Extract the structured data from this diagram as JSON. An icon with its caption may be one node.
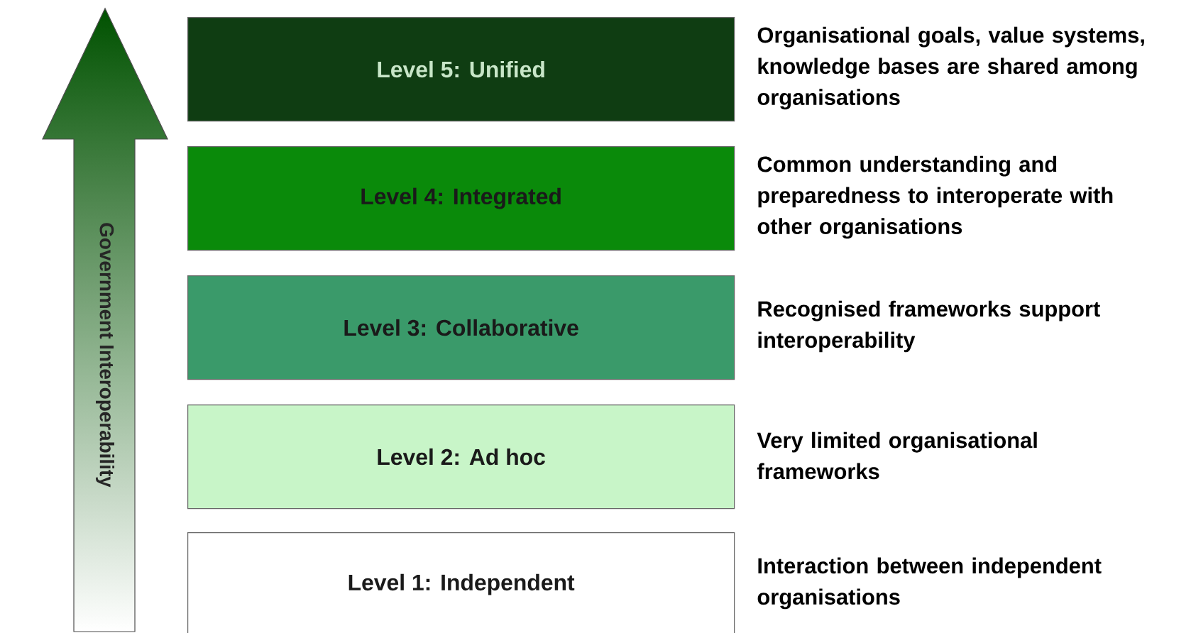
{
  "diagram": {
    "nodes": [
      {
        "text": [
          "Level 5: Unified"
        ],
        "beside": [
          "Organisational goals, value systems, knowledge bases are shared among organisations"
        ]
      },
      {
        "text": [
          "Level 4: Integrated"
        ],
        "beside": [
          "Common understanding and preparedness to interoperate with other organisations"
        ]
      },
      {
        "text": [
          "Level 3: Collaborative"
        ],
        "beside": [
          "Recognised frameworks support interoperability"
        ]
      },
      {
        "text": [
          "Level 2: Ad hoc"
        ],
        "beside": [
          "Very limited organisational frameworks"
        ]
      },
      {
        "text": [
          "Level 1: Independent"
        ],
        "beside": [
          "Interaction between independent organisations"
        ]
      }
    ],
    "edges": [],
    "labels": [
      "Government Interoperability"
    ]
  }
}
